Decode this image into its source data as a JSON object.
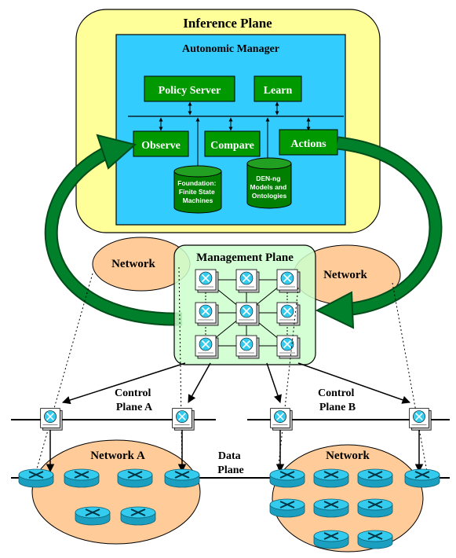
{
  "inference_plane": {
    "title": "Inference Plane",
    "autonomic_manager": {
      "title": "Autonomic Manager",
      "boxes": {
        "policy_server": "Policy Server",
        "learn": "Learn",
        "observe": "Observe",
        "compare": "Compare",
        "actions": "Actions"
      },
      "databases": {
        "foundation": [
          "Foundation:",
          "Finite State",
          "Machines"
        ],
        "den_ng": [
          "DEN-ng",
          "Models and",
          "Ontologies"
        ]
      }
    }
  },
  "management_plane": {
    "title": "Management Plane"
  },
  "network_labels": {
    "left": "Network",
    "right": "Network"
  },
  "control_planes": {
    "a": [
      "Control",
      "Plane A"
    ],
    "b": [
      "Control",
      "Plane B"
    ]
  },
  "data_plane": [
    "Data",
    "Plane"
  ],
  "networks": {
    "a": "Network A",
    "b": "Network"
  },
  "colors": {
    "inference_fill": "#ffff99",
    "manager_fill": "#33ccff",
    "box_fill": "#009900",
    "db_fill": "#007f00",
    "cycle_arrow": "#00802b",
    "mgmt_fill": "#ccffcc",
    "network_fill": "#ffcc99",
    "router_fill": "#33ccee"
  },
  "icons": [
    "router-icon",
    "switch-icon",
    "database-icon",
    "cycle-arrow-icon"
  ]
}
